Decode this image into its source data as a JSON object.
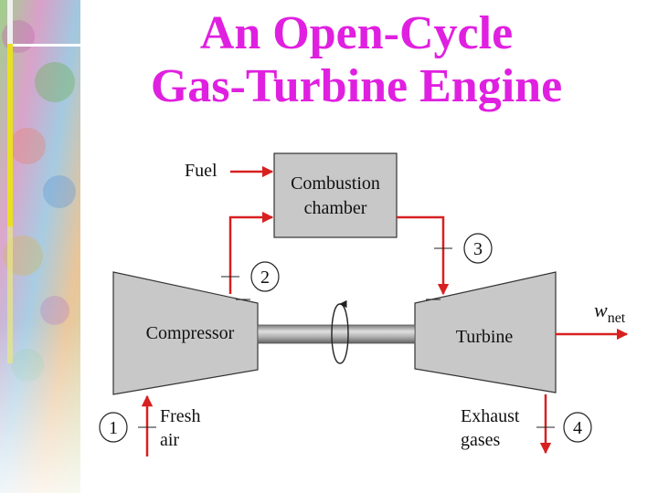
{
  "slide": {
    "title_line1": "An Open-Cycle",
    "title_line2": "Gas-Turbine Engine"
  },
  "diagram": {
    "fuel_label": "Fuel",
    "combustion_line1": "Combustion",
    "combustion_line2": "chamber",
    "compressor_label": "Compressor",
    "turbine_label": "Turbine",
    "wnet_symbol": "w",
    "wnet_subscript": "net",
    "fresh_line1": "Fresh",
    "fresh_line2": "air",
    "exhaust_line1": "Exhaust",
    "exhaust_line2": "gases",
    "state_1": "1",
    "state_2": "2",
    "state_3": "3",
    "state_4": "4"
  },
  "colors": {
    "title": "#e020e0",
    "flow_arrow": "#d82020",
    "component_fill": "#c8c8c8",
    "component_stroke": "#333333"
  }
}
